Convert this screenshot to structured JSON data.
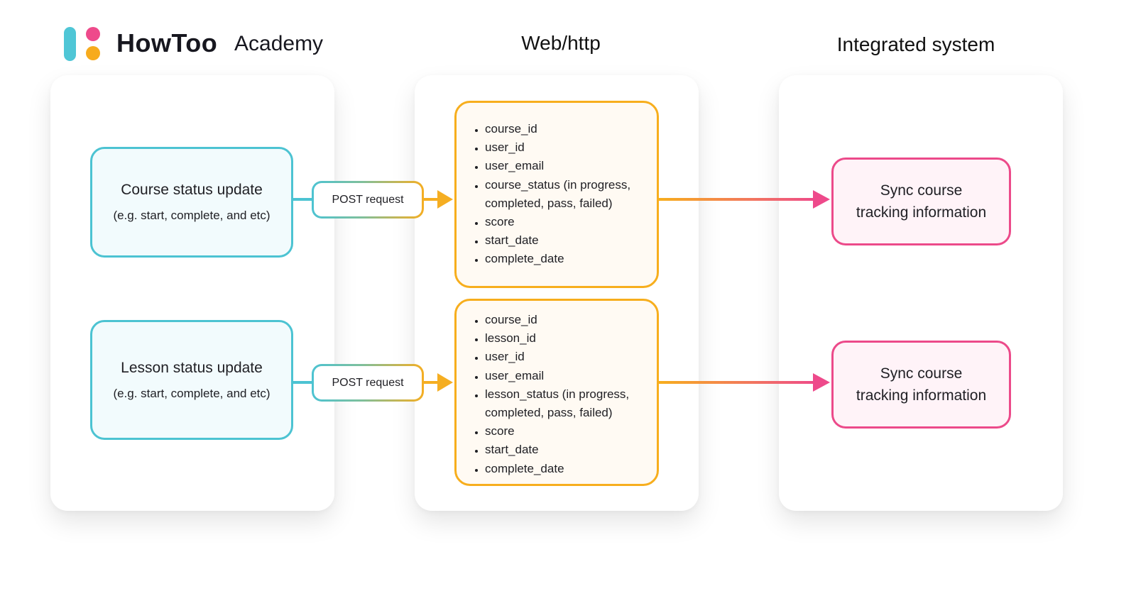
{
  "header": {
    "brand_name": "HowToo",
    "brand_suffix": "Academy",
    "columns": [
      "Web/http",
      "Integrated system"
    ]
  },
  "colors": {
    "teal": "#4cc3d2",
    "orange": "#f7ae1d",
    "pink": "#ec4a8a",
    "logo_bar": "#4fc6d6",
    "logo_dot_top": "#ee4a8b",
    "logo_dot_bottom": "#f7ab1d"
  },
  "flows": [
    {
      "source": {
        "title": "Course status update",
        "subtitle": "(e.g. start, complete, and etc)"
      },
      "connector_label": "POST request",
      "payload": [
        "course_id",
        "user_id",
        "user_email",
        "course_status (in progress, completed, pass, failed)",
        "score",
        "start_date",
        "complete_date"
      ],
      "target": {
        "line1": "Sync course",
        "line2": "tracking information"
      }
    },
    {
      "source": {
        "title": "Lesson status update",
        "subtitle": "(e.g. start, complete, and etc)"
      },
      "connector_label": "POST request",
      "payload": [
        "course_id",
        "lesson_id",
        "user_id",
        "user_email",
        "lesson_status (in progress, completed, pass, failed)",
        "score",
        "start_date",
        "complete_date"
      ],
      "target": {
        "line1": "Sync course",
        "line2": "tracking information"
      }
    }
  ]
}
